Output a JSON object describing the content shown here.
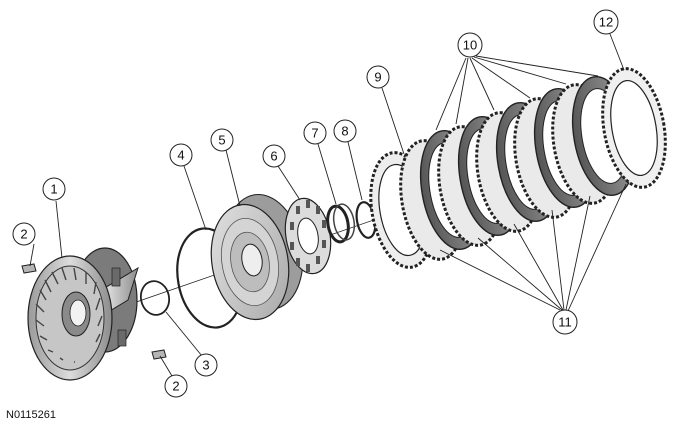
{
  "figure_id": "N0115261",
  "callouts": {
    "c1": "1",
    "c2a": "2",
    "c2b": "2",
    "c3": "3",
    "c4": "4",
    "c5": "5",
    "c6": "6",
    "c7": "7",
    "c8": "8",
    "c9": "9",
    "c10": "10",
    "c11": "11",
    "c12": "12"
  }
}
